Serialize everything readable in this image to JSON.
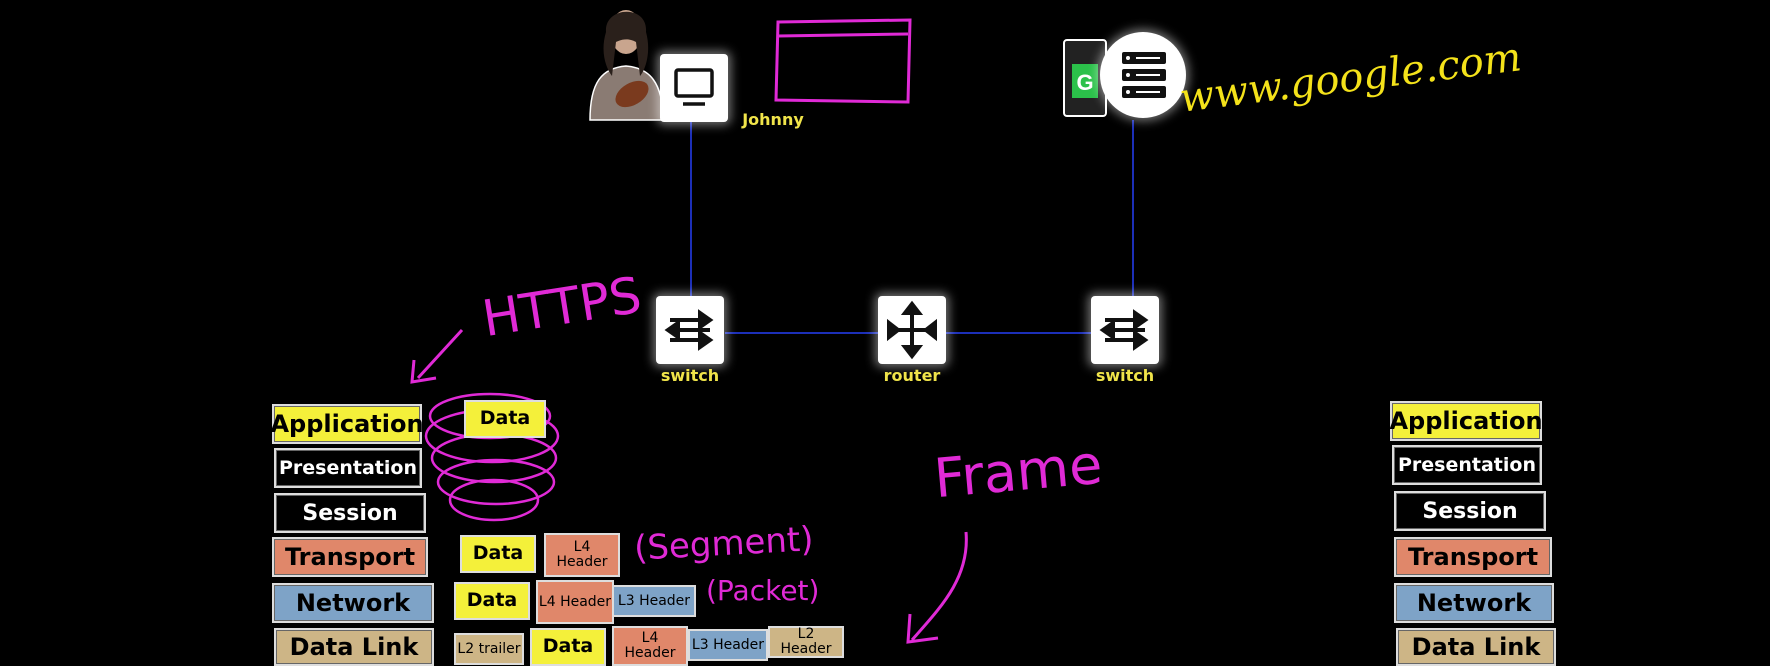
{
  "colors": {
    "ink_magenta": "#e02ad6",
    "ink_yellow": "#f4e21a",
    "link_blue": "#1c2fb8",
    "label_yellow": "#f0e44a",
    "application": "#f4f03a",
    "transport": "#e0876a",
    "network": "#7ea3c7",
    "datalink": "#cdb586"
  },
  "top": {
    "client_label": "Johnny",
    "server_label": "www.google.com",
    "server_logo_letter": "G"
  },
  "devices": {
    "switch_left": "switch",
    "router": "router",
    "switch_right": "switch"
  },
  "annotations": {
    "https": "HTTPS",
    "segment": "(Segment)",
    "packet": "(Packet)",
    "frame": "Frame"
  },
  "osi_left": [
    "Application",
    "Presentation",
    "Session",
    "Transport",
    "Network",
    "Data Link"
  ],
  "osi_right": [
    "Application",
    "Presentation",
    "Session",
    "Transport",
    "Network",
    "Data Link"
  ],
  "encapsulation": {
    "app_data": "Data",
    "segment": {
      "data": "Data",
      "l4": "L4 Header"
    },
    "packet": {
      "data": "Data",
      "l4": "L4 Header",
      "l3": "L3 Header"
    },
    "frame": {
      "trailer": "L2 trailer",
      "data": "Data",
      "l4": "L4 Header",
      "l3": "L3 Header",
      "l2": "L2 Header"
    }
  }
}
